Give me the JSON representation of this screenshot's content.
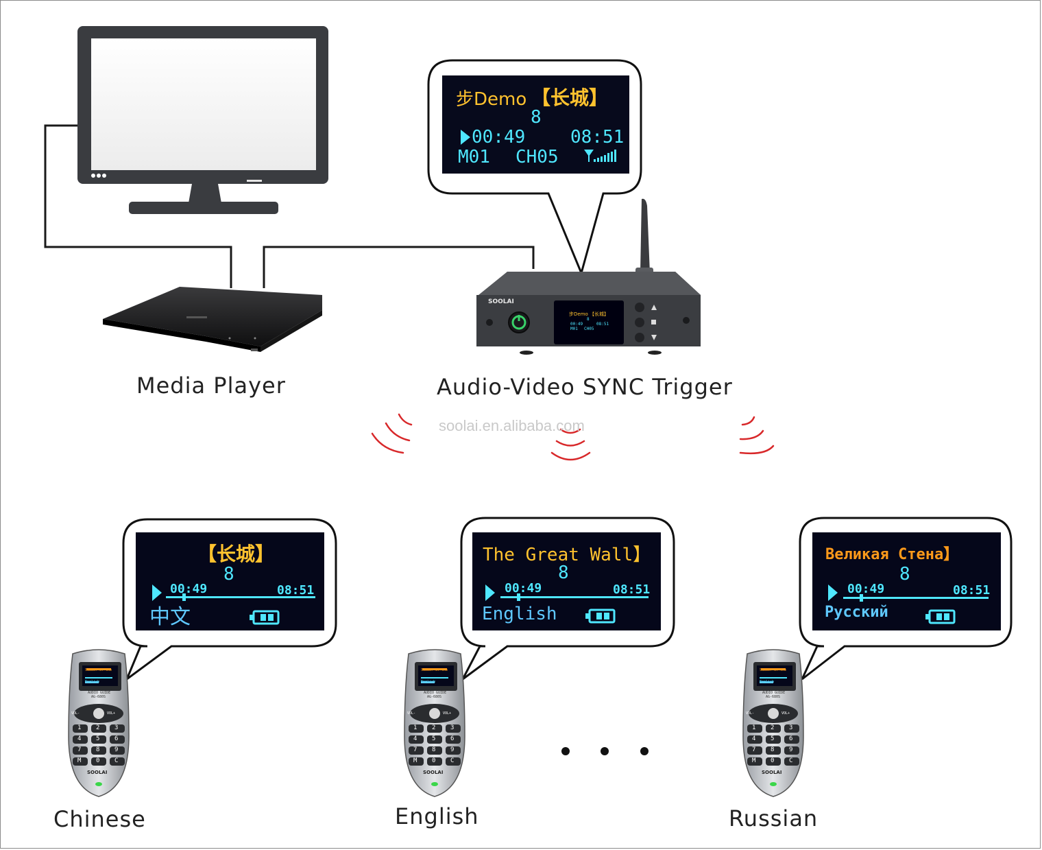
{
  "labels": {
    "media_player": "Media Player",
    "sync_trigger": "Audio-Video SYNC Trigger",
    "watermark": "soolai.en.alibaba.com",
    "chinese": "Chinese",
    "english": "English",
    "russian": "Russian"
  },
  "trigger_screen": {
    "line1_prefix": "步Demo",
    "line1_title": "【长城】",
    "number": "8",
    "elapsed": "00:49",
    "total": "08:51",
    "mode": "M01",
    "channel": "CH05"
  },
  "device_brand": "SOOLAI",
  "trigger_mini": {
    "line1": "步Demo 【长城】",
    "number": "8",
    "elapsed": "00:49",
    "total": "08:51",
    "mode": "M01",
    "channel": "CH05"
  },
  "receivers": [
    {
      "title": "【长城】",
      "number": "8",
      "elapsed": "00:49",
      "total": "08:51",
      "language": "中文"
    },
    {
      "title": "The Great Wall】",
      "number": "8",
      "elapsed": "00:49",
      "total": "08:51",
      "language": "English"
    },
    {
      "title": "Великая Стена】",
      "number": "8",
      "elapsed": "00:49",
      "total": "08:51",
      "language": "Русский"
    }
  ],
  "handset": {
    "mini_title": "Summer of the",
    "mini_number": "8",
    "mini_language": "English",
    "guide_label": "AUDIO GUIDE",
    "model": "AG-680S",
    "brand": "SOOLAI",
    "keys": [
      "1",
      "2",
      "3",
      "4",
      "5",
      "6",
      "7",
      "8",
      "9",
      "M",
      "0",
      "C"
    ],
    "vol_minus": "VOL-",
    "vol_plus": "VOL+"
  },
  "colors": {
    "screen_bg": "#05071a",
    "title_yellow": "#ffc22e",
    "info_cyan": "#4fe7ff",
    "signal_red": "#d8282a",
    "device_dark": "#2b2d30"
  }
}
